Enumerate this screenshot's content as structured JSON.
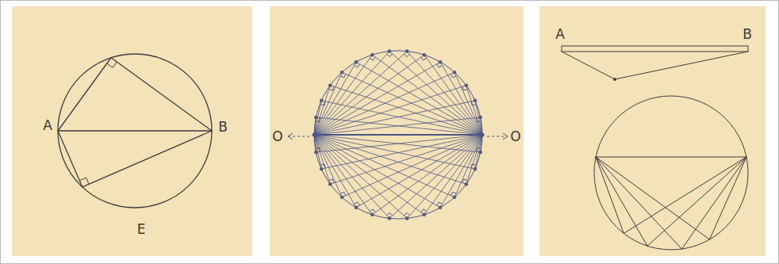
{
  "diagram": {
    "labels": [
      "A",
      "B",
      "E",
      "O",
      "O",
      "A",
      "B"
    ]
  }
}
